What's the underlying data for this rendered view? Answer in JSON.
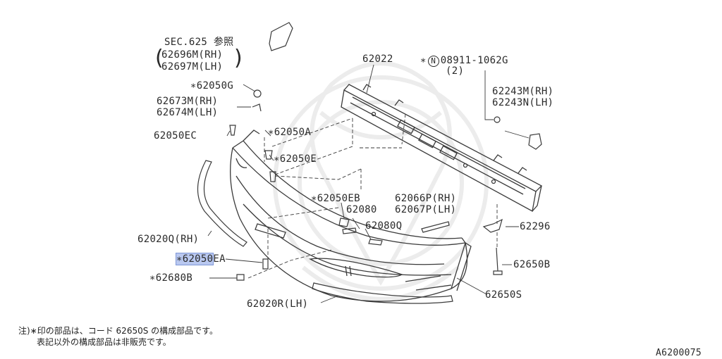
{
  "labels": {
    "sec625": "SEC.625 参照",
    "p62696M": "62696M(RH)",
    "p62697M": "62697M(LH)",
    "p62050G": "∗62050G",
    "p62673M": "62673M(RH)",
    "p62674M": "62674M(LH)",
    "p62050EC": "62050EC",
    "p62050A": "∗62050A",
    "p62050E": "∗62050E",
    "p62022": "62022",
    "bolt_prefix": "∗",
    "bolt_circle": "N",
    "bolt_num": "08911-1062G",
    "bolt_qty": "(2)",
    "p62243M": "62243M(RH)",
    "p62243N": "62243N(LH)",
    "p62050EB": "∗62050EB",
    "p62080": "62080",
    "p62066P": "62066P(RH)",
    "p62067P": "62067P(LH)",
    "p62080Q": "62080Q",
    "p62296": "62296",
    "p62020Q": "62020Q(RH)",
    "p62050EA_hl": "∗62050",
    "p62050EA_rest": "EA",
    "p62650B": "62650B",
    "p62680B": "∗62680B",
    "p62650S": "62650S",
    "p62020R": "62020R(LH)"
  },
  "footnote": {
    "line1": "注)∗印の部品は、コード 62650S の構成部品です。",
    "line2": "表記以外の構成部品は非販売です。"
  },
  "diagram_code": "A6200075",
  "colors": {
    "line": "#3a3a3a",
    "highlight": "#b9c8f0",
    "watermark": "#ececec"
  }
}
